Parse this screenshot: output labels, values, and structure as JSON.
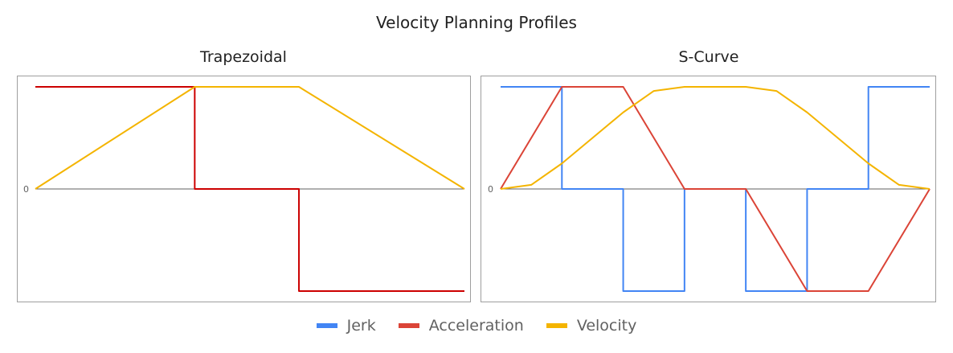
{
  "title": "Velocity Planning Profiles",
  "legend": [
    {
      "name": "Jerk",
      "color": "#4285f4"
    },
    {
      "name": "Acceleration",
      "color": "#db4437"
    },
    {
      "name": "Velocity",
      "color": "#f4b400"
    }
  ],
  "chart_data": [
    {
      "type": "line",
      "title": "Trapezoidal",
      "xlabel": "",
      "ylabel": "",
      "y_tick_labels": [
        "0"
      ],
      "ylim": [
        -1,
        1
      ],
      "xlim": [
        0,
        7
      ],
      "grid": false,
      "legend_position": "bottom",
      "series": [
        {
          "name": "Acceleration",
          "color": "#cc0000",
          "points": [
            [
              0,
              1
            ],
            [
              2.6,
              1
            ],
            [
              2.6,
              0
            ],
            [
              4.3,
              0
            ],
            [
              4.3,
              -1
            ],
            [
              7,
              -1
            ]
          ]
        },
        {
          "name": "Velocity",
          "color": "#f4b400",
          "points": [
            [
              0,
              0
            ],
            [
              2.6,
              1
            ],
            [
              4.3,
              1
            ],
            [
              7,
              0
            ]
          ]
        }
      ]
    },
    {
      "type": "line",
      "title": "S-Curve",
      "xlabel": "",
      "ylabel": "",
      "y_tick_labels": [
        "0"
      ],
      "ylim": [
        -1,
        1
      ],
      "xlim": [
        0,
        7
      ],
      "grid": false,
      "legend_position": "bottom",
      "series": [
        {
          "name": "Jerk",
          "color": "#4285f4",
          "points": [
            [
              0,
              1
            ],
            [
              1,
              1
            ],
            [
              1,
              0
            ],
            [
              2,
              0
            ],
            [
              2,
              -1
            ],
            [
              3,
              -1
            ],
            [
              3,
              0
            ],
            [
              4,
              0
            ],
            [
              4,
              -1
            ],
            [
              5,
              -1
            ],
            [
              5,
              0
            ],
            [
              6,
              0
            ],
            [
              6,
              1
            ],
            [
              7,
              1
            ]
          ]
        },
        {
          "name": "Acceleration",
          "color": "#db4437",
          "points": [
            [
              0,
              0
            ],
            [
              1,
              1
            ],
            [
              2,
              1
            ],
            [
              3,
              0
            ],
            [
              4,
              0
            ],
            [
              5,
              -1
            ],
            [
              6,
              -1
            ],
            [
              7,
              0
            ]
          ]
        },
        {
          "name": "Velocity",
          "color": "#f4b400",
          "points": [
            [
              0,
              0
            ],
            [
              0.5,
              0.04
            ],
            [
              1,
              0.25
            ],
            [
              1.5,
              0.5
            ],
            [
              2,
              0.75
            ],
            [
              2.5,
              0.96
            ],
            [
              3,
              1
            ],
            [
              4,
              1
            ],
            [
              4.5,
              0.96
            ],
            [
              5,
              0.75
            ],
            [
              5.5,
              0.5
            ],
            [
              6,
              0.25
            ],
            [
              6.5,
              0.04
            ],
            [
              7,
              0
            ]
          ]
        }
      ]
    }
  ]
}
